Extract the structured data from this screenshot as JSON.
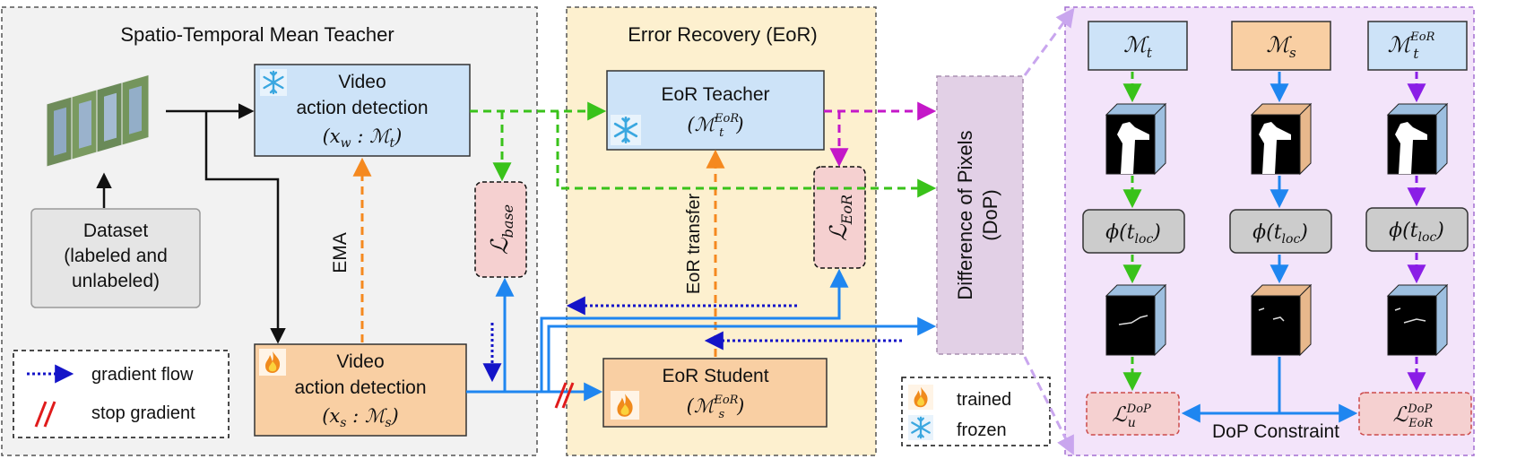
{
  "panels": {
    "mean_teacher": "Spatio-Temporal Mean Teacher",
    "eor": "Error Recovery (EoR)"
  },
  "dataset": {
    "line1": "Dataset",
    "line2": "(labeled and",
    "line3": "unlabeled)"
  },
  "teacher_model": {
    "line1": "Video",
    "line2": "action detection",
    "math_a": "(x",
    "math_sub": "w",
    "math_b": " : ℳ",
    "math_sub2": "t",
    "math_c": ")"
  },
  "student_model": {
    "line1": "Video",
    "line2": "action detection",
    "math_a": "(x",
    "math_sub": "s",
    "math_b": " : ℳ",
    "math_sub2": "s",
    "math_c": ")"
  },
  "ema_label": "EMA",
  "loss_base": {
    "main": "ℒ",
    "sub": "base"
  },
  "eor_teacher": {
    "line1": "EoR Teacher",
    "math_a": "(ℳ",
    "math_sup": "EoR",
    "math_sub": "t",
    "math_b": ")"
  },
  "eor_student": {
    "line1": "EoR Student",
    "math_a": "(ℳ",
    "math_sup": "EoR",
    "math_sub": "s",
    "math_b": ")"
  },
  "eor_transfer_label": "EoR transfer",
  "loss_eor": {
    "main": "ℒ",
    "sub": "EoR"
  },
  "dop": {
    "line1": "Difference of Pixels",
    "line2": "(DoP)"
  },
  "legend_left": {
    "gradient_flow": "gradient flow",
    "stop_gradient": "stop gradient"
  },
  "legend_right": {
    "trained": "trained",
    "frozen": "frozen"
  },
  "right_panel": {
    "col_t": {
      "main": "ℳ",
      "sub": "t"
    },
    "col_s": {
      "main": "ℳ",
      "sub": "s"
    },
    "col_eor": {
      "main": "ℳ",
      "sub": "t",
      "sup": "EoR"
    },
    "phi": {
      "a": "ϕ(t",
      "sub": "loc",
      "b": ")"
    },
    "loss_u": {
      "main": "ℒ",
      "sub": "u",
      "sup": "DoP"
    },
    "loss_eor": {
      "main": "ℒ",
      "sub": "EoR",
      "sup": "DoP"
    },
    "constraint": "DoP Constraint"
  },
  "colors": {
    "green": "#39c21a",
    "orange": "#f5891f",
    "magenta": "#c417c8",
    "blue": "#1f86f0",
    "navy": "#1414c8",
    "purple": "#8a1ee6",
    "lightblue": "#cfe4f7",
    "lightorange": "#f9cfa3",
    "pink": "#f5d0d0"
  }
}
